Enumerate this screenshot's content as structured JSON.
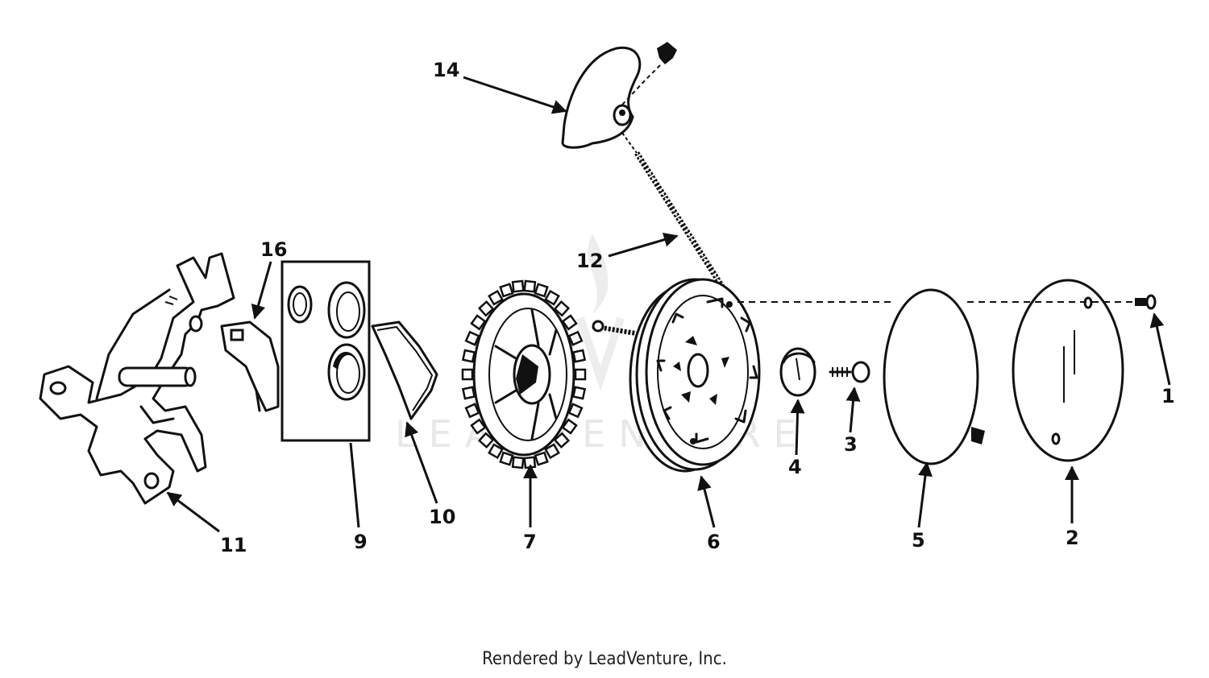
{
  "watermark": {
    "text": "LEADVENTURE"
  },
  "footer": {
    "text": "Rendered by LeadVenture, Inc."
  },
  "callouts": {
    "c1": "1",
    "c2": "2",
    "c3": "3",
    "c4": "4",
    "c5": "5",
    "c6": "6",
    "c7": "7",
    "c9": "9",
    "c10": "10",
    "c11": "11",
    "c12": "12",
    "c14": "14",
    "c16": "16"
  }
}
